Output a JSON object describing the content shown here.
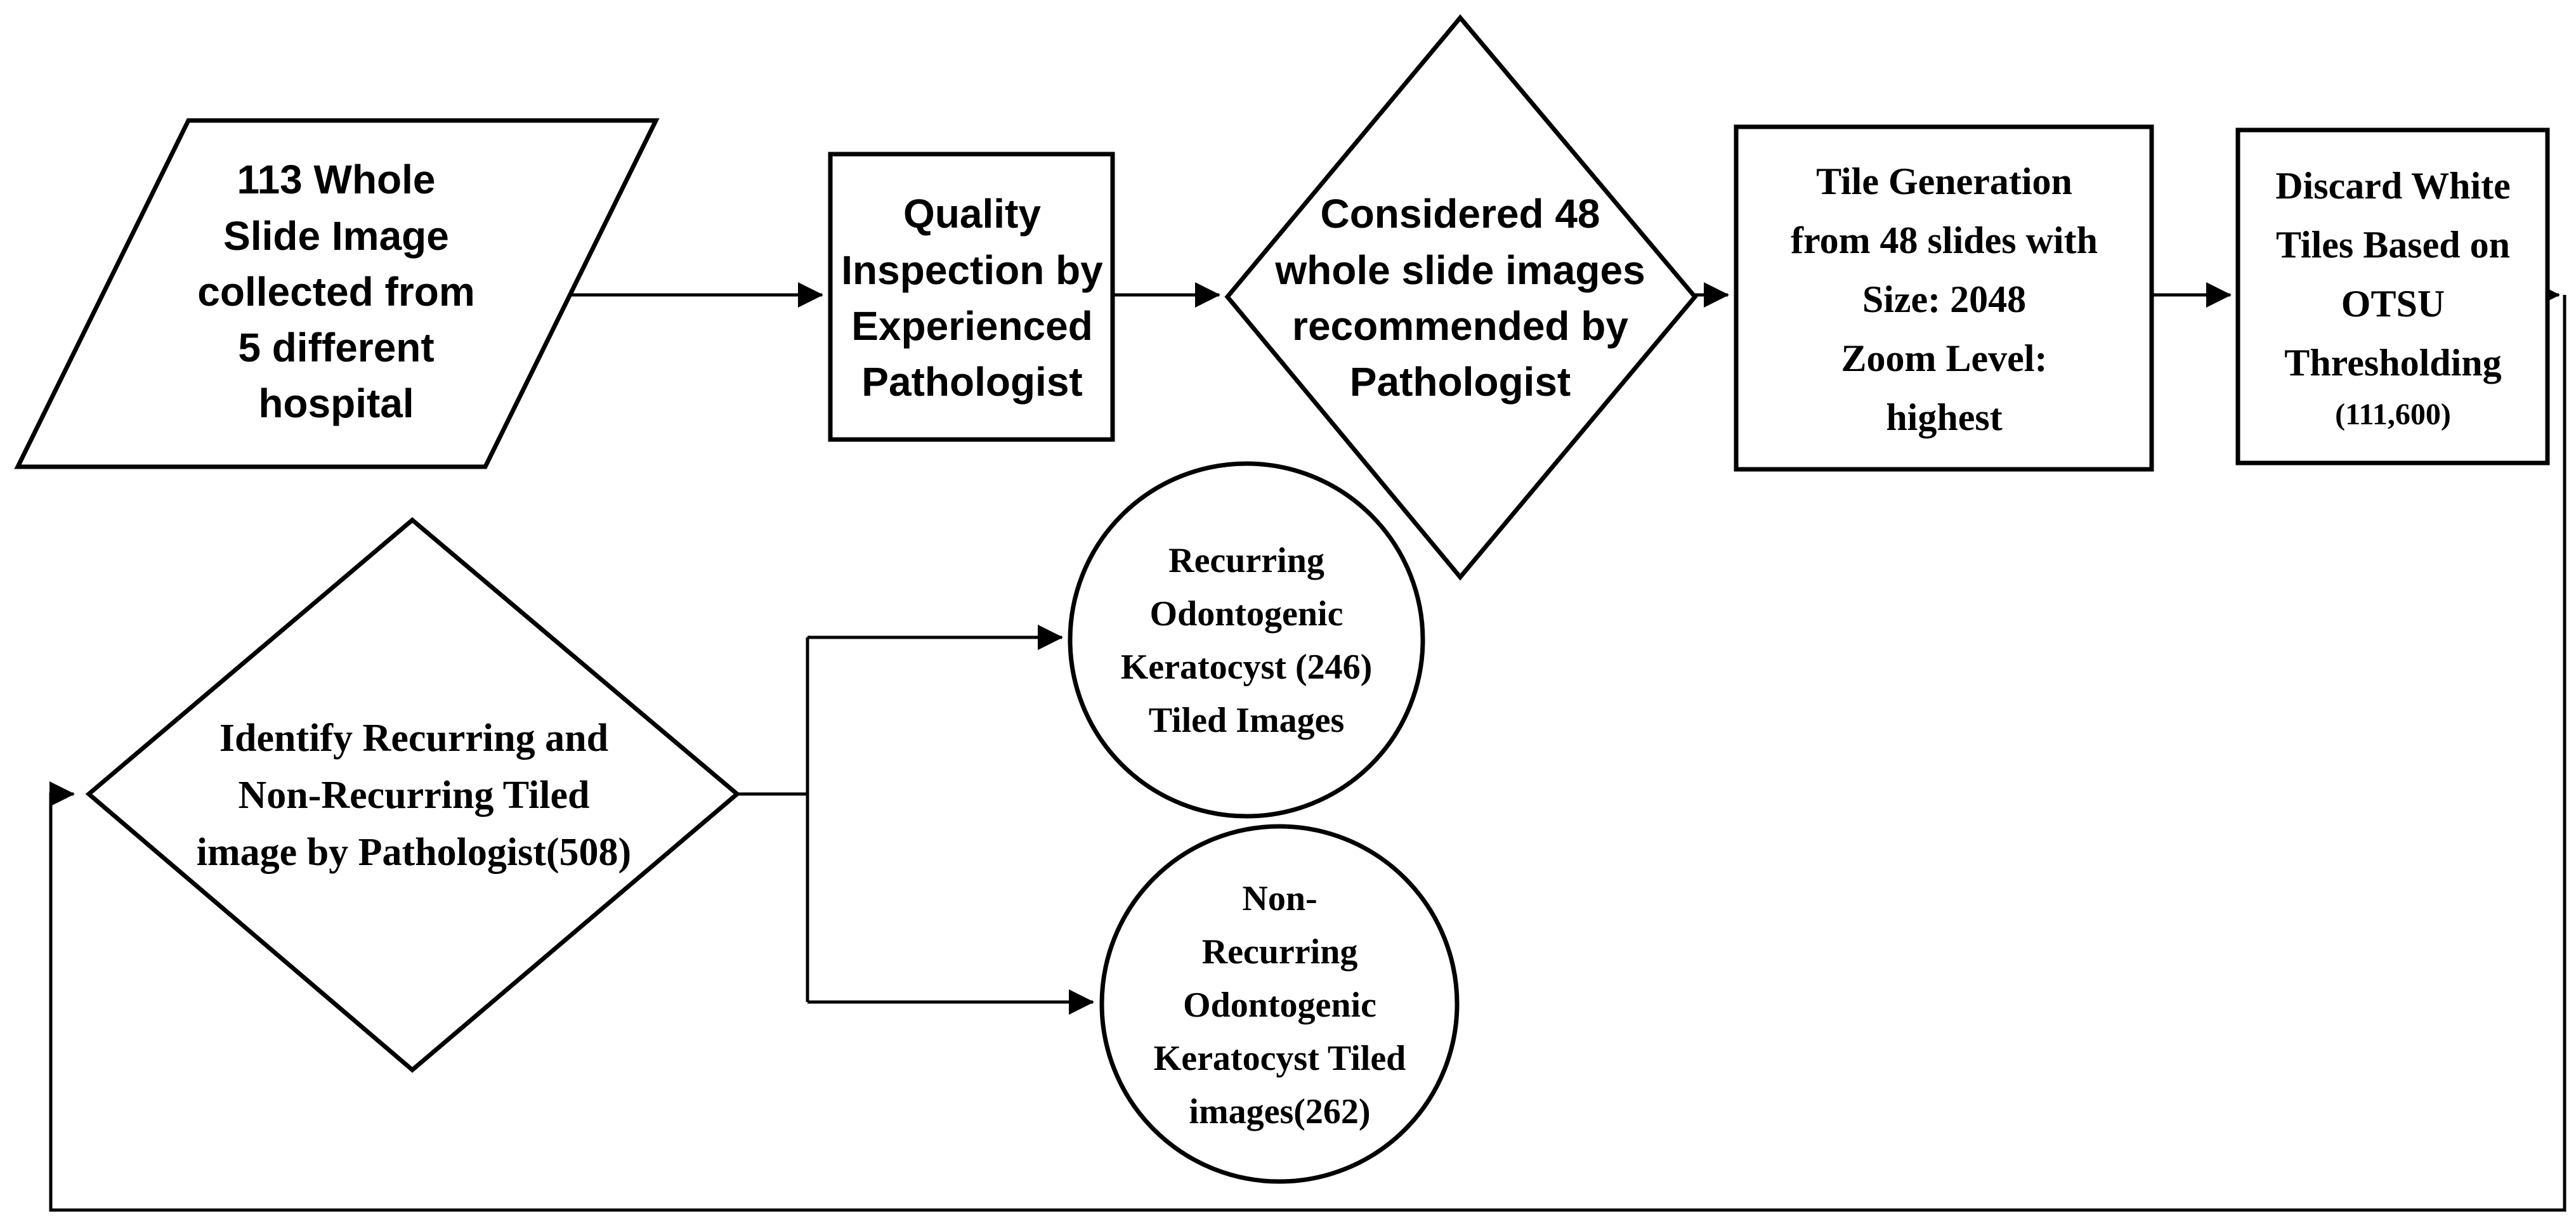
{
  "diagram": {
    "colors": {
      "background": "#ffffff",
      "stroke": "#000000",
      "text": "#000000"
    },
    "nodes": {
      "collection": {
        "shape": "parallelogram",
        "label": "113 Whole\nSlide Image\ncollected from\n5 different\nhospital"
      },
      "quality_inspection": {
        "shape": "rectangle",
        "label": "Quality\nInspection by\nExperienced\nPathologist"
      },
      "considered_slides": {
        "shape": "diamond",
        "label": "Considered 48\nwhole slide images\nrecommended by\nPathologist"
      },
      "tile_generation": {
        "shape": "rectangle",
        "label": "Tile Generation\nfrom 48 slides with\nSize: 2048\nZoom Level:\nhighest"
      },
      "discard_white_tiles": {
        "shape": "rectangle",
        "label": "Discard White\nTiles Based on\nOTSU\nThresholding",
        "sub": "(111,600)"
      },
      "identify_recurring": {
        "shape": "diamond",
        "label": "Identify Recurring and\nNon-Recurring Tiled\nimage by Pathologist(508)"
      },
      "recurring_circle": {
        "shape": "circle",
        "label": "Recurring\nOdontogenic\nKeratocyst (246)\nTiled Images"
      },
      "non_recurring_circle": {
        "shape": "circle",
        "label": "Non-\nRecurring\nOdontogenic\nKeratocyst Tiled\nimages(262)"
      }
    }
  }
}
